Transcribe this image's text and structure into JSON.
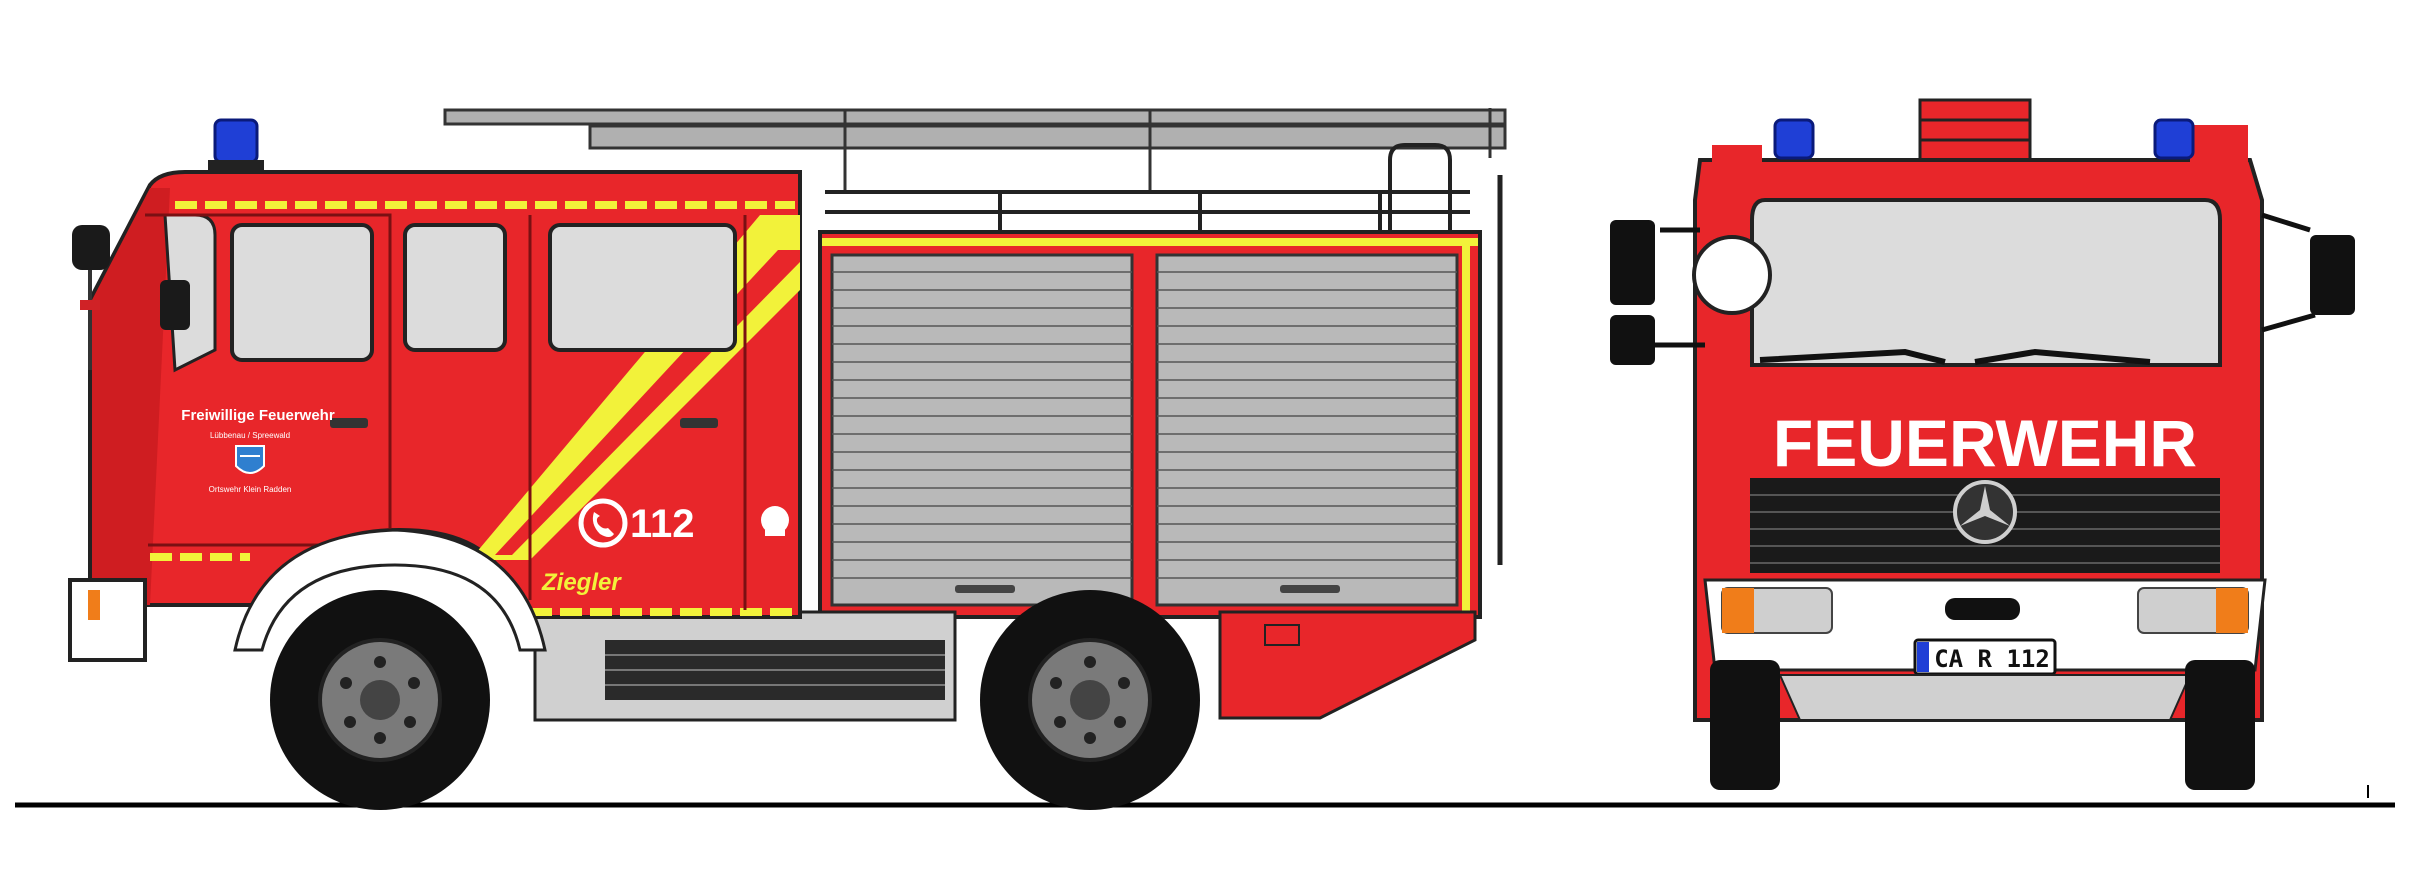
{
  "side_view": {
    "door_text_line1": "Freiwillige Feuerwehr",
    "door_text_line2": "Lübbenau / Spreewald",
    "door_text_line3": "Ortswehr Klein Radden",
    "emergency_number": "112",
    "builder_logo": "Ziegler",
    "icons": [
      "phone-icon",
      "coat-of-arms-icon",
      "emblem-icon",
      "blue-light-icon",
      "wheel-icon"
    ]
  },
  "front_view": {
    "banner": "FEUERWEHR",
    "license_plate": "CA R 112",
    "icons": [
      "mercedes-star-icon",
      "blue-light-icon",
      "mirror-icon"
    ]
  },
  "colors": {
    "body_red": "#e8262a",
    "dark_red": "#b5161a",
    "stripe_yellow": "#f2f23a",
    "blue_light": "#1f3fd6",
    "glass": "#dcdcdc",
    "shutter": "#b9b9b9"
  }
}
